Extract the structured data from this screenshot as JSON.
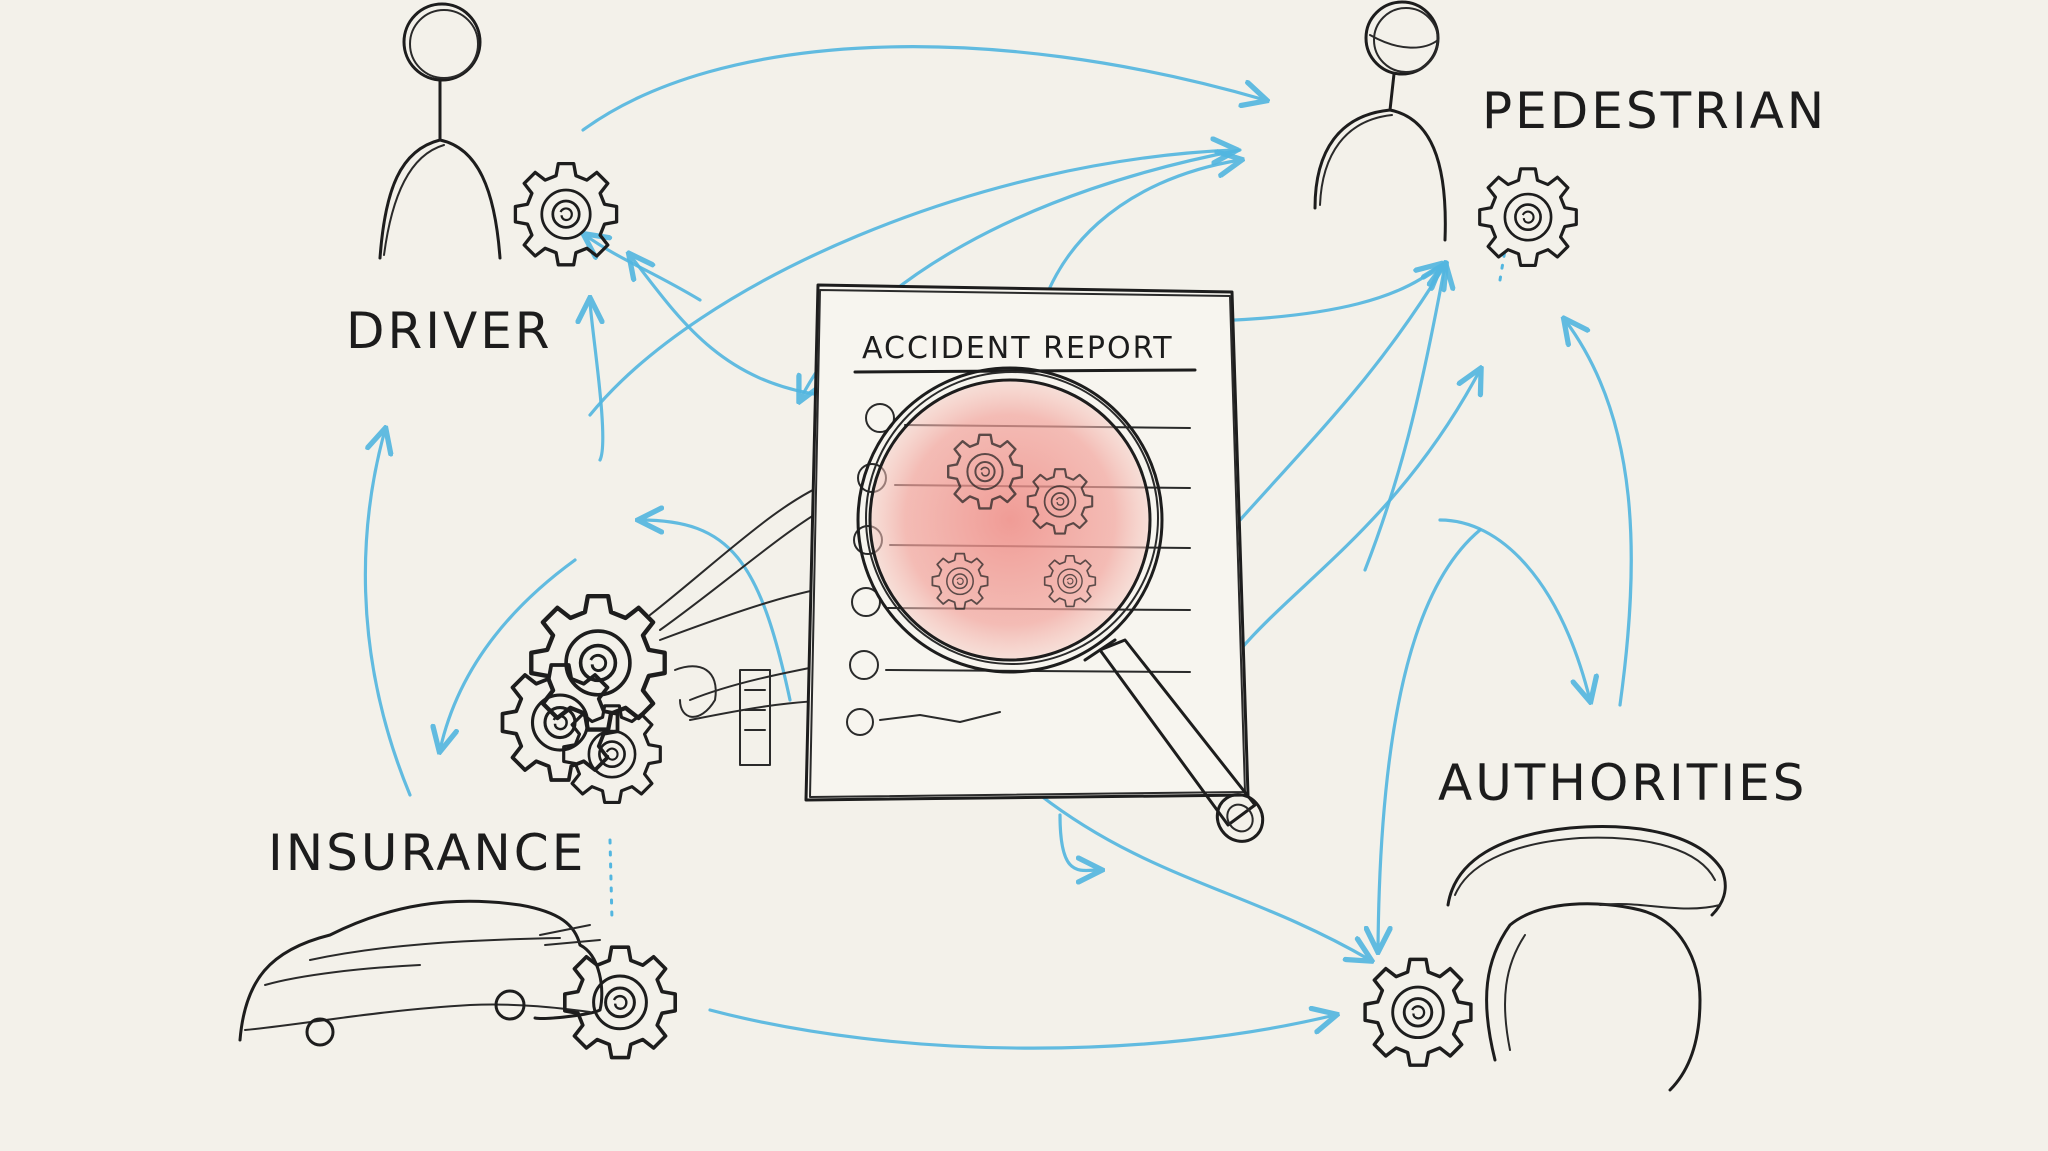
{
  "diagram": {
    "document_title": "ACCIDENT REPORT",
    "nodes": {
      "driver": {
        "label": "DRIVER"
      },
      "pedestrian": {
        "label": "PEDESTRIAN"
      },
      "insurance": {
        "label": "INSURANCE"
      },
      "authorities": {
        "label": "AUTHORITIES"
      }
    }
  },
  "colors": {
    "paper": "#f3f1ea",
    "ink": "#1d1d1d",
    "flow_arrow": "#52b6e0",
    "magnifier_tint": "#e98f88"
  },
  "icons": [
    "person-icon",
    "gear-icon",
    "car-icon",
    "rock-icon",
    "magnifying-glass-icon",
    "document-icon"
  ]
}
